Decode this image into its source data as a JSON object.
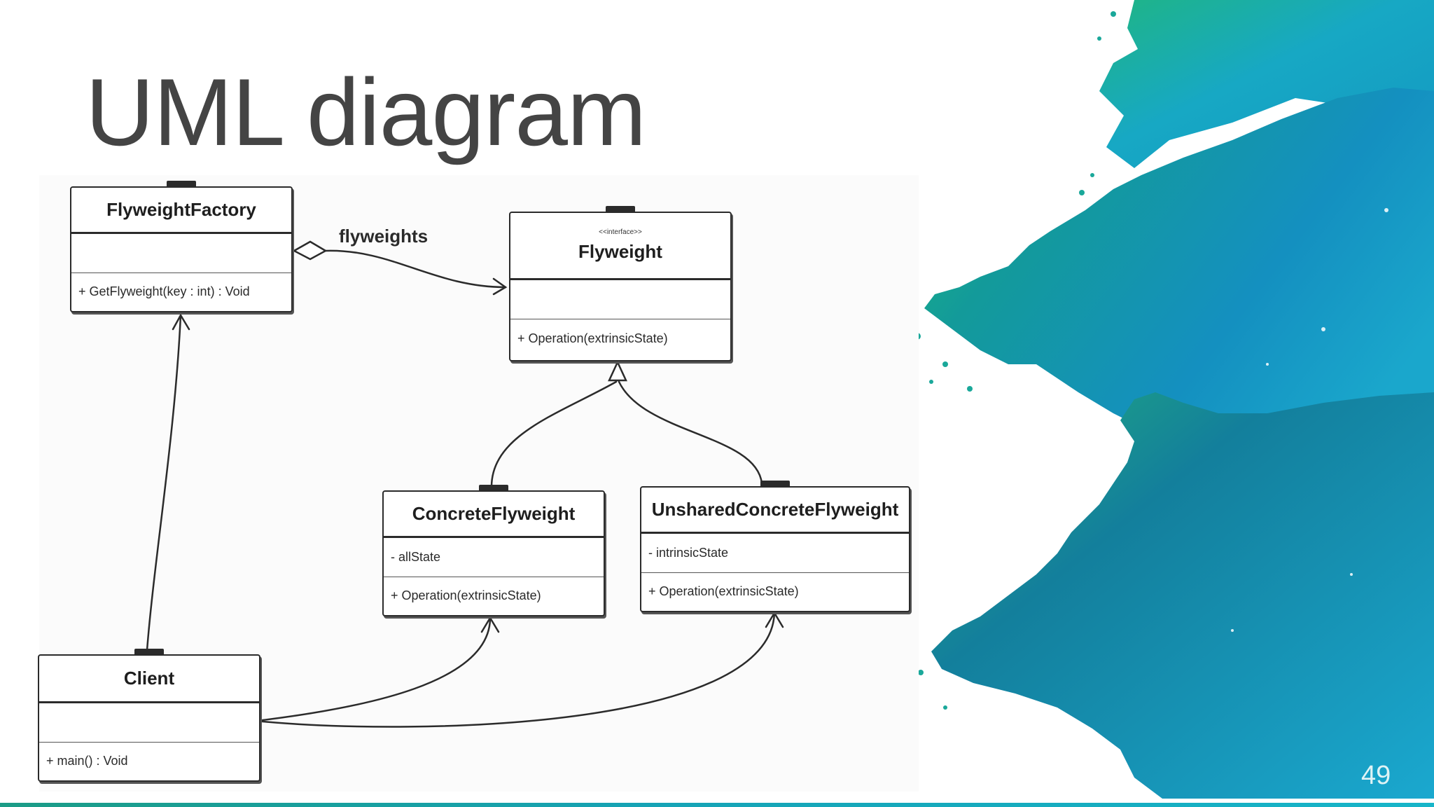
{
  "slide": {
    "title": "UML diagram",
    "page_number": "49"
  },
  "diagram": {
    "classes": {
      "flyweight_factory": {
        "name": "FlyweightFactory",
        "attribute": "",
        "operation": "+ GetFlyweight(key : int) : Void"
      },
      "flyweight": {
        "stereotype": "<<interface>>",
        "name": "Flyweight",
        "attribute": "",
        "operation": "+ Operation(extrinsicState)"
      },
      "concrete_flyweight": {
        "name": "ConcreteFlyweight",
        "attribute": "- allState",
        "operation": "+ Operation(extrinsicState)"
      },
      "unshared_concrete_flyweight": {
        "name": "UnsharedConcreteFlyweight",
        "attribute": "- intrinsicState",
        "operation": "+ Operation(extrinsicState)"
      },
      "client": {
        "name": "Client",
        "attribute": "",
        "operation": "+ main() : Void"
      }
    },
    "association_label": "flyweights"
  },
  "colors": {
    "title": "#444444",
    "line": "#2b2b2b",
    "splash_teal": "#17a8c4",
    "splash_green": "#1fb584",
    "splash_blue": "#0f7fb0"
  }
}
